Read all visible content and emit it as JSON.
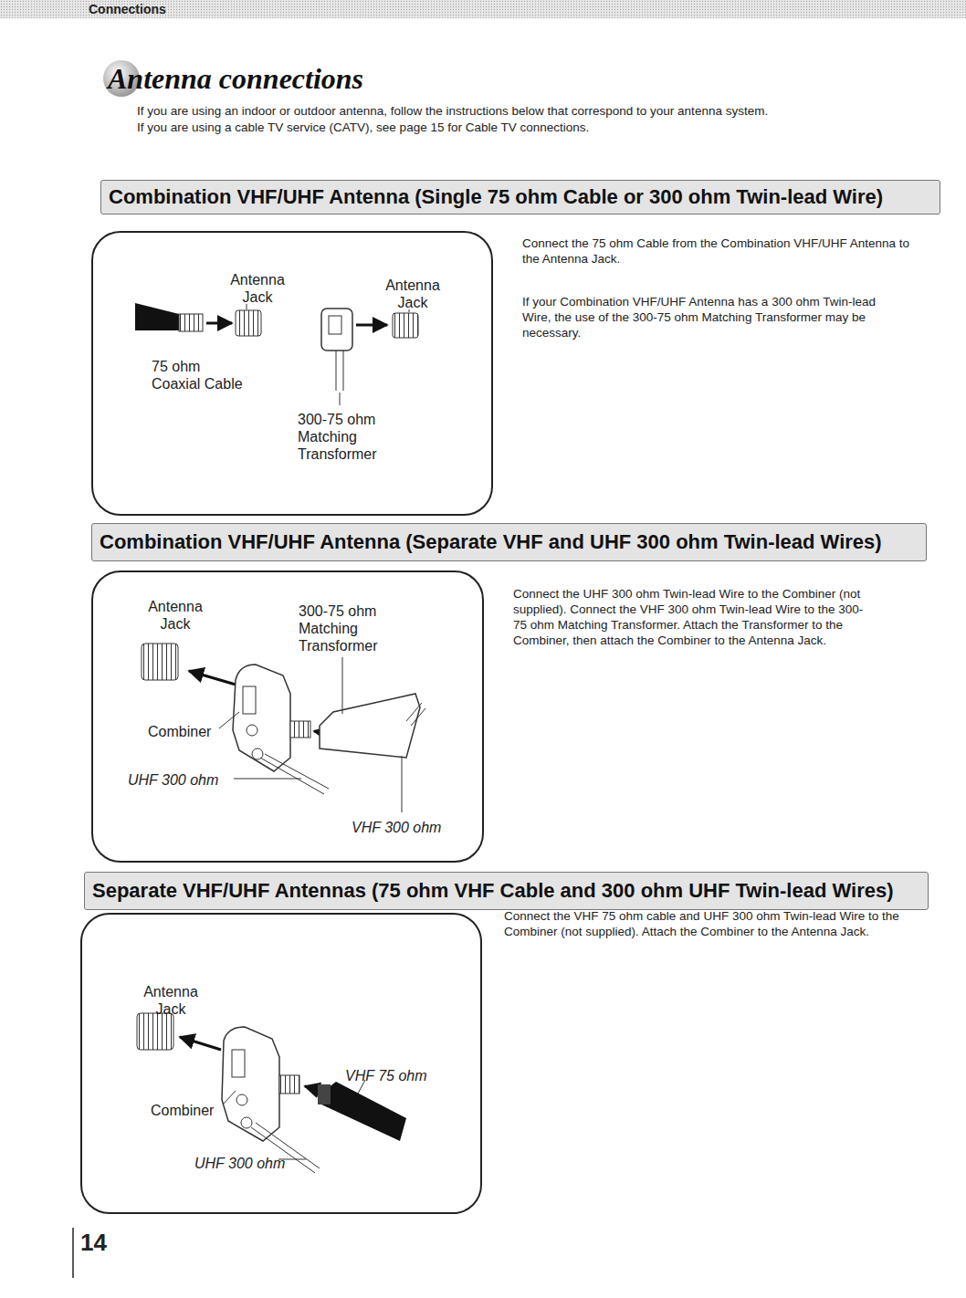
{
  "diagram": {
    "title": "Antenna connections",
    "nodes": [
      {
        "text": [
          "Combination VHF/UHF Antenna (Single 75 ohm Cable or 300 ohm Twin-lead Wire)"
        ]
      },
      {
        "text": [
          "Antenna Jack",
          "Antenna Jack",
          "75 ohm Coaxial Cable",
          "300-75 ohm Matching Transformer"
        ]
      },
      {
        "text": [
          "Combination VHF/UHF Antenna (Separate VHF and UHF 300 ohm Twin-lead Wires)"
        ]
      },
      {
        "text": [
          "Antenna Jack",
          "300-75 ohm Matching Transformer",
          "Combiner",
          "UHF 300 ohm",
          "VHF 300 ohm"
        ]
      },
      {
        "text": [
          "Separate VHF/UHF Antennas (75 ohm VHF Cable and 300 ohm UHF Twin-lead Wires)"
        ]
      },
      {
        "text": [
          "Antenna Jack",
          "VHF 75 ohm",
          "Combiner",
          "UHF 300 ohm"
        ]
      }
    ],
    "edges": [],
    "labels": [
      "Connections",
      "If you are using an indoor or outdoor antenna, follow the instructions below that correspond to your antenna system.",
      "If you are using a cable TV service (CATV), see page 15 for Cable TV connections.",
      "Connect the 75 ohm Cable from the Combination VHF/UHF Antenna to the Antenna Jack.",
      "If your Combination VHF/UHF Antenna has a 300 ohm Twin-lead Wire, the use of the 300-75 ohm Matching Transformer may be necessary.",
      "Connect the UHF 300 ohm Twin-lead Wire to the Combiner (not supplied). Connect the VHF 300 ohm Twin-lead Wire to the 300-75 ohm Matching Transformer. Attach the Transformer to the Combiner, then attach the Combiner to the Antenna Jack.",
      "Connect the VHF 75 ohm cable and UHF 300 ohm Twin-lead Wire to the Combiner (not supplied). Attach the Combiner to the Antenna Jack.",
      "14"
    ]
  }
}
